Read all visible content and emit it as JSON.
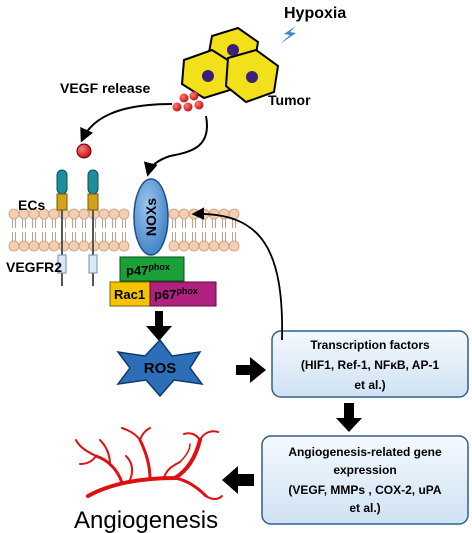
{
  "labels": {
    "hypoxia": "Hypoxia",
    "tumor": "Tumor",
    "vegf_release": "VEGF release",
    "ecs": "ECs",
    "vegfr2": "VEGFR2",
    "noxs": "NOXs",
    "p47": "p47",
    "p47_sup": "phox",
    "rac1": "Rac1",
    "p67": "p67",
    "p67_sup": "phox",
    "ros": "ROS",
    "angiogenesis": "Angiogenesis"
  },
  "boxes": {
    "transcription": {
      "line1": "Transcription factors",
      "line2": "(HIF1, Ref-1, NFκB, AP-1",
      "line3": "et al.)"
    },
    "gene_expression": {
      "line1": "Angiogenesis-related gene",
      "line2": "expression",
      "line3": "(VEGF, MMPs , COX-2, uPA",
      "line4": "et al.)"
    }
  },
  "colors": {
    "tumor_cell": "#f2e01a",
    "tumor_nucleus": "#3c1f78",
    "vegf_dot": "#e02020",
    "nox": "#4f93d6",
    "p47": "#1aa038",
    "rac1": "#f5c400",
    "p67": "#b0207f",
    "ros": "#2c6fb8",
    "ros_text": "#ffe600",
    "box_fill": "#e3eef8",
    "vessel": "#e01010",
    "membrane_head": "#f3ceb0",
    "lightning": "#3f86c6"
  }
}
